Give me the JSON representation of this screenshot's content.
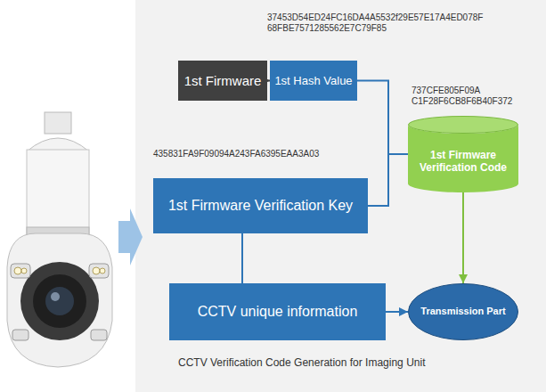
{
  "diagram": {
    "caption": "CCTV Verification Code Generation for Imaging Unit",
    "nodes": [
      {
        "text": [
          "1st Firmware"
        ]
      },
      {
        "text": [
          "1st Hash Value"
        ]
      },
      {
        "text": [
          "1st Firmware Verification Key"
        ]
      },
      {
        "text": [
          "1st Firmware Verification Code"
        ]
      },
      {
        "text": [
          "CCTV unique information"
        ]
      },
      {
        "text": [
          "Transmission Part"
        ]
      }
    ],
    "edges": [
      {
        "from": 0,
        "to": 1,
        "arrow": "to"
      },
      {
        "from": 1,
        "to": 3,
        "arrow": "none"
      },
      {
        "from": 2,
        "to": 3,
        "arrow": "none"
      },
      {
        "from": 2,
        "to": 4,
        "arrow": "none"
      },
      {
        "from": 3,
        "to": 5,
        "arrow": "to"
      },
      {
        "from": 4,
        "to": 5,
        "arrow": "to"
      }
    ],
    "labels": [
      "37453D54ED24FC16DA4A5532f29E57E17A4ED078F 68FBE7571285562E7C79F85",
      "435831FA9F09094A243FA6395EAA3A03",
      "737CFE805F09A C1F28F6CB8F6B40F372"
    ]
  }
}
